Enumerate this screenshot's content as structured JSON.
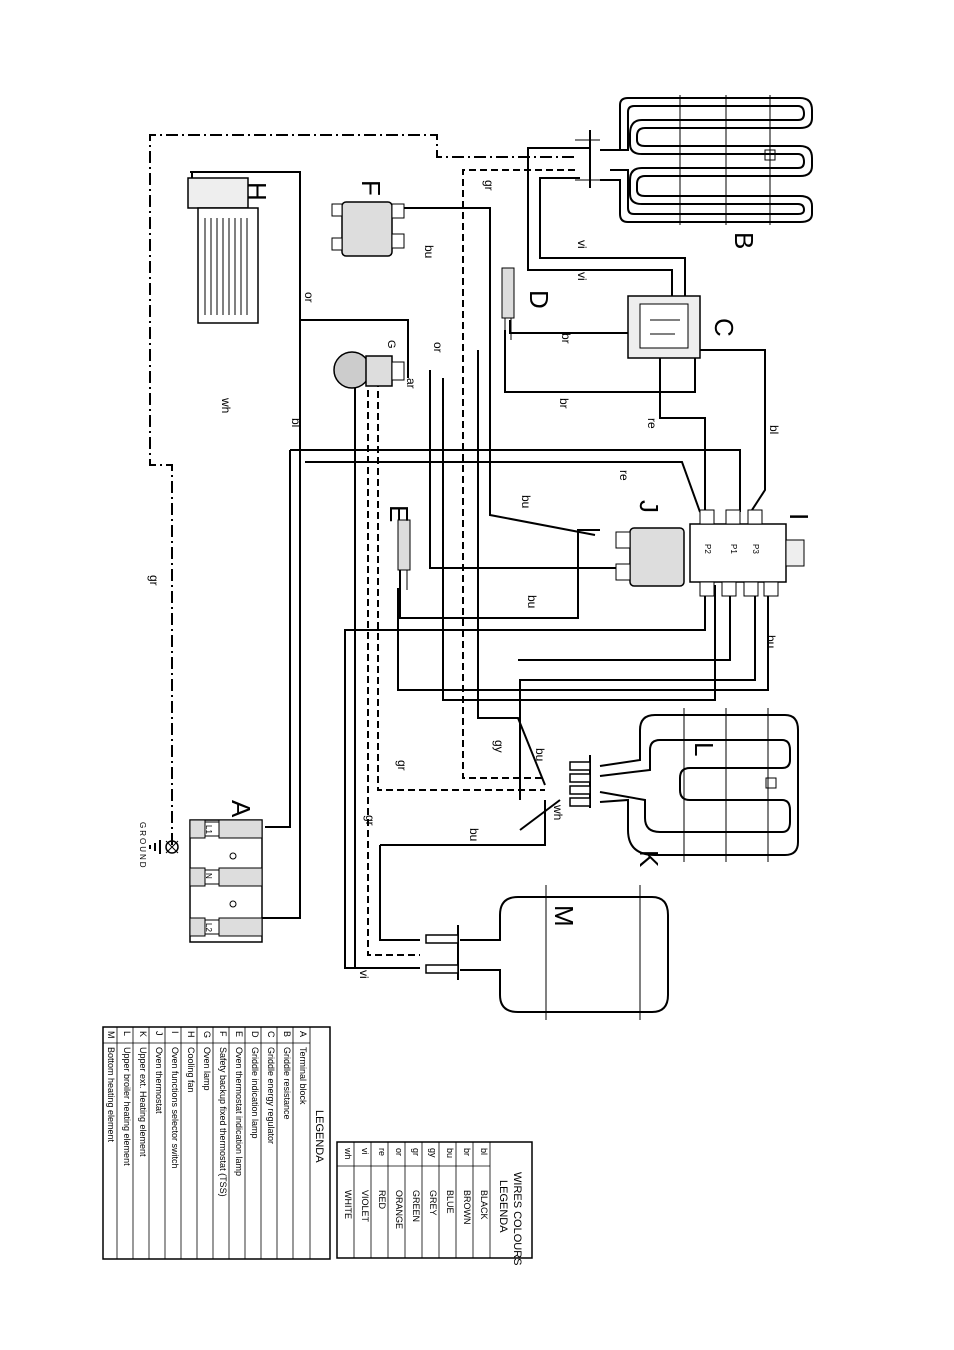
{
  "components": {
    "A": "A",
    "B": "B",
    "C": "C",
    "D": "D",
    "E": "E",
    "F": "F",
    "G": "G",
    "H": "H",
    "I": "I",
    "J": "J",
    "K": "K",
    "L": "L",
    "M": "M"
  },
  "ground_label": "GROUND",
  "terminal_labels": {
    "L1": "L1",
    "N": "N",
    "L2": "L2"
  },
  "switch_labels": {
    "P2": "P2",
    "P1": "P1",
    "P3": "P3"
  },
  "wire_labels": {
    "gr_top": "gr",
    "vi_b1": "vi",
    "vi_b2": "vi",
    "bu_f": "bu",
    "or_h": "or",
    "wh_left": "wh",
    "bl_left": "bl",
    "or_g": "or",
    "ar_g": "ar",
    "br_d": "br",
    "br_c": "br",
    "re_c": "re",
    "re_j": "re",
    "bl_right": "bl",
    "bu_j": "bu",
    "bu_e": "bu",
    "bu_i": "bu",
    "gr_left": "gr",
    "gy_k": "gy",
    "bu_k": "bu",
    "gr_mid": "gr",
    "wh_k": "wh",
    "gr_low": "gr",
    "bu_m": "bu",
    "vi_m": "vi"
  },
  "legend": {
    "title": "LEGENDA",
    "items": [
      {
        "code": "A",
        "text": "Terminal block"
      },
      {
        "code": "B",
        "text": "Griddle resistance"
      },
      {
        "code": "C",
        "text": "Griddle energy regulator"
      },
      {
        "code": "D",
        "text": "Griddle indication lamp"
      },
      {
        "code": "E",
        "text": "Oven thermostat indication lamp"
      },
      {
        "code": "F",
        "text": "Safety backup fixed thermostat (TSS)"
      },
      {
        "code": "G",
        "text": "Oven lamp"
      },
      {
        "code": "H",
        "text": "Cooling fan"
      },
      {
        "code": "I",
        "text": "Oven functions selector switch"
      },
      {
        "code": "J",
        "text": "Oven thermostat"
      },
      {
        "code": "K",
        "text": "Upper ext. Heating element"
      },
      {
        "code": "L",
        "text": "Upper broiler heating element"
      },
      {
        "code": "M",
        "text": "Bottom heating element"
      }
    ]
  },
  "wire_colours": {
    "title_1": "WIRES COLOURS",
    "title_2": "LEGENDA",
    "items": [
      {
        "code": "bl",
        "name": "BLACK"
      },
      {
        "code": "br",
        "name": "BROWN"
      },
      {
        "code": "bu",
        "name": "BLUE"
      },
      {
        "code": "gy",
        "name": "GREY"
      },
      {
        "code": "gr",
        "name": "GREEN"
      },
      {
        "code": "or",
        "name": "ORANGE"
      },
      {
        "code": "re",
        "name": "RED"
      },
      {
        "code": "vi",
        "name": "VIOLET"
      },
      {
        "code": "wh",
        "name": "WHITE"
      }
    ]
  }
}
